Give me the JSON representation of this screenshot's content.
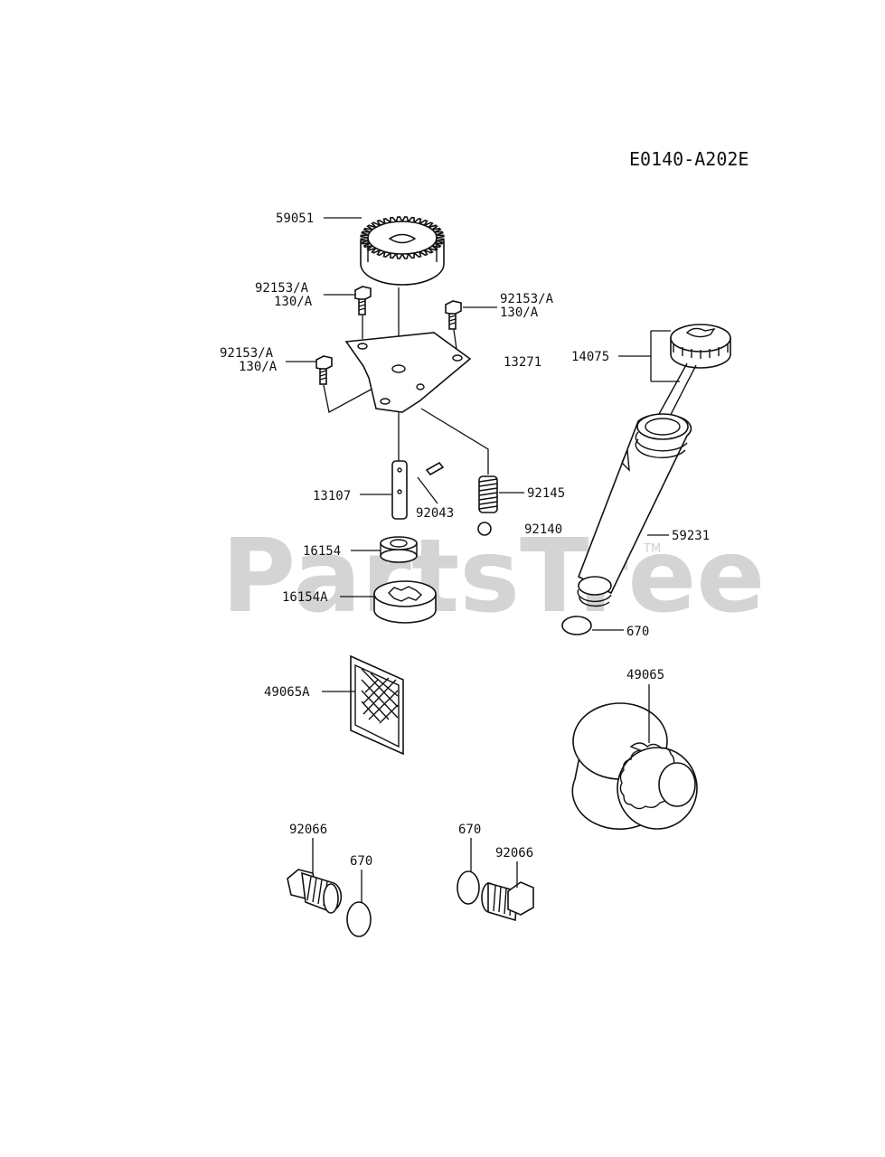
{
  "diagram_code": "E0140-A202E",
  "watermark": {
    "text": "PartsTree",
    "tm": "TM"
  },
  "labels": {
    "p59051": "59051",
    "p92153_a1": "92153/A",
    "p92153_a1b": "130/A",
    "p92153_b1": "92153/A",
    "p92153_b1b": "130/A",
    "p92153_c1": "92153/A",
    "p92153_c1b": "130/A",
    "p13271": "13271",
    "p14075": "14075",
    "p13107": "13107",
    "p92043": "92043",
    "p92145": "92145",
    "p92140": "92140",
    "p16154": "16154",
    "p16154A": "16154A",
    "p59231": "59231",
    "p670a": "670",
    "p49065A": "49065A",
    "p49065": "49065",
    "p92066": "92066",
    "p670b": "670",
    "p670c": "670",
    "p92066b": "92066"
  }
}
